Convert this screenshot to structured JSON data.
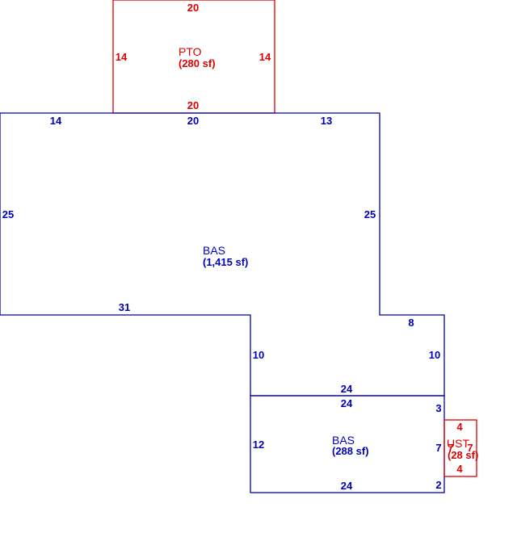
{
  "colors": {
    "bas": "#0000bb",
    "pto": "#dd0000",
    "ust": "#dd0000"
  },
  "pto": {
    "name": "PTO",
    "area": "(280 sf)",
    "dims": {
      "top": "20",
      "left": "14",
      "right": "14",
      "bottom": "20"
    }
  },
  "bas_main": {
    "name": "BAS",
    "area": "(1,415 sf)",
    "dims": {
      "top_left": "14",
      "top_mid": "20",
      "top_right": "13",
      "left": "25",
      "right": "25",
      "bottom": "31",
      "step_top": "8",
      "step_left": "10",
      "step_right": "10",
      "step_bottom": "24"
    }
  },
  "bas_lower": {
    "name": "BAS",
    "area": "(288 sf)",
    "dims": {
      "top": "24",
      "left": "12",
      "right_top": "3",
      "right_mid": "7",
      "right_bottom": "2",
      "bottom": "24"
    }
  },
  "ust": {
    "name": "UST",
    "area": "(28 sf)",
    "dims": {
      "top": "4",
      "left": "7",
      "right": "7",
      "bottom": "4"
    }
  }
}
